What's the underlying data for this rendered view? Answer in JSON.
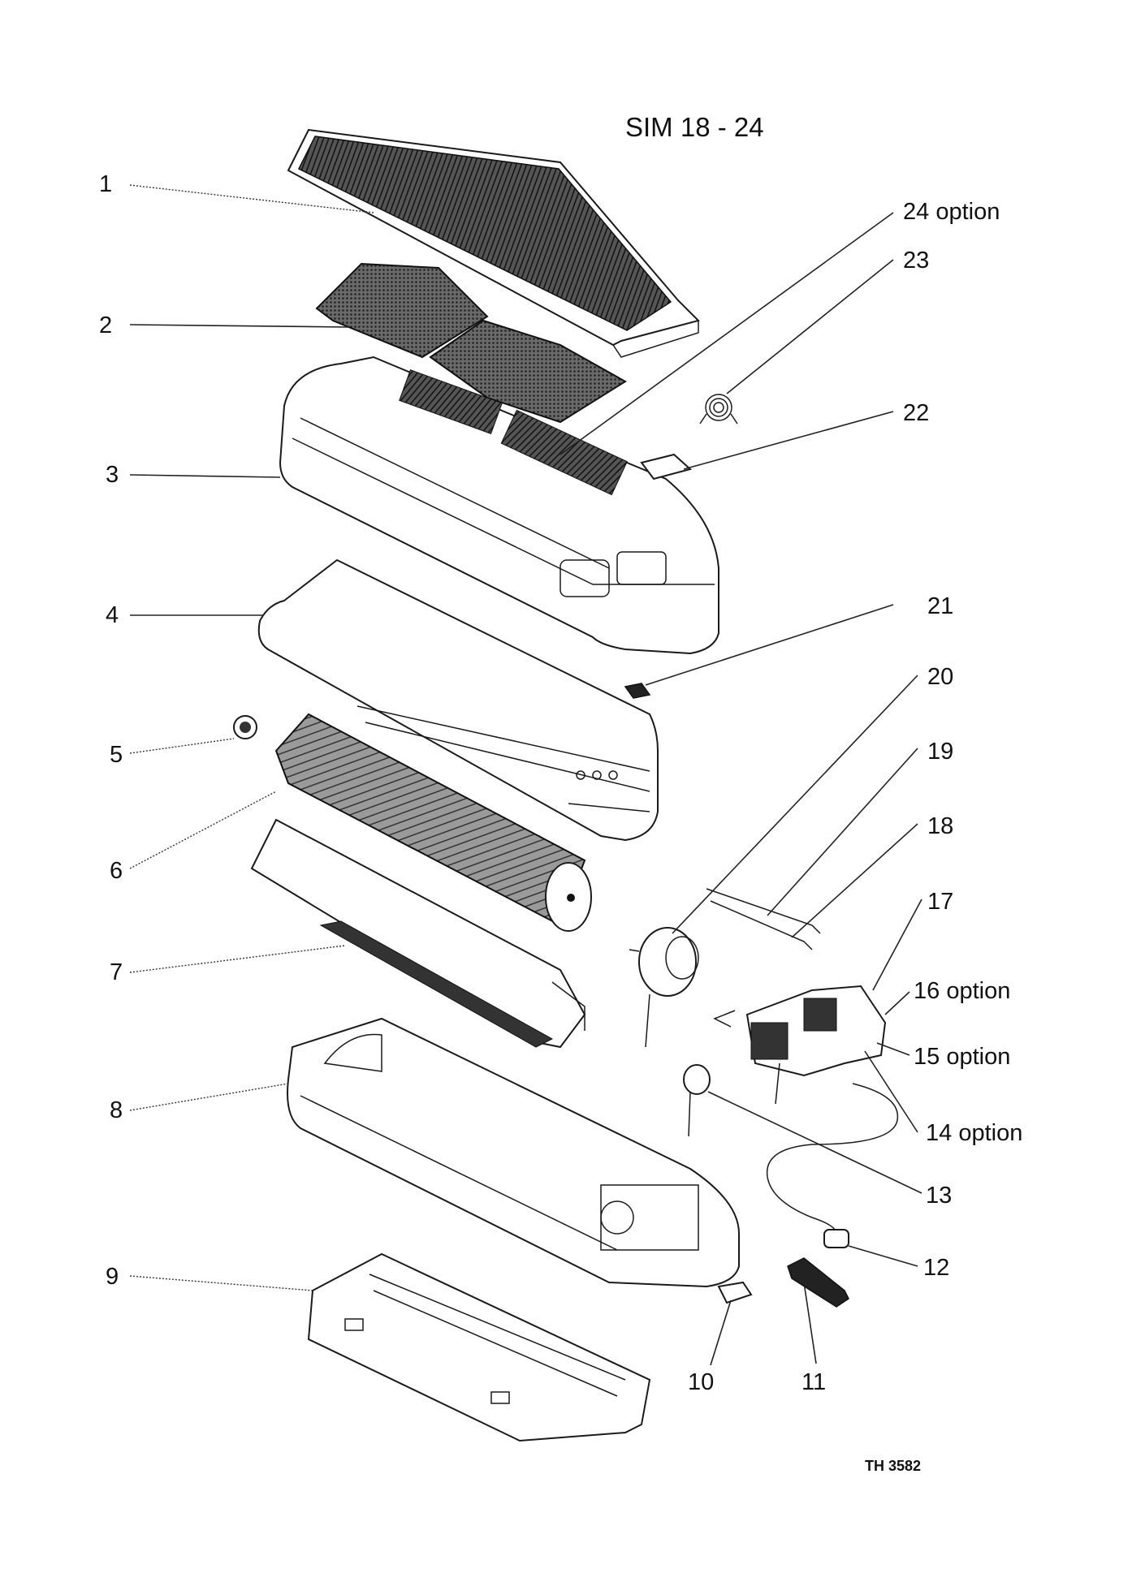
{
  "title": "SIM 18 - 24",
  "reference": "TH 3582",
  "callouts": [
    {
      "id": "1",
      "text": "1"
    },
    {
      "id": "2",
      "text": "2"
    },
    {
      "id": "3",
      "text": "3"
    },
    {
      "id": "4",
      "text": "4"
    },
    {
      "id": "5",
      "text": "5"
    },
    {
      "id": "6",
      "text": "6"
    },
    {
      "id": "7",
      "text": "7"
    },
    {
      "id": "8",
      "text": "8"
    },
    {
      "id": "9",
      "text": "9"
    },
    {
      "id": "10",
      "text": "10"
    },
    {
      "id": "11",
      "text": "11"
    },
    {
      "id": "12",
      "text": "12"
    },
    {
      "id": "13",
      "text": "13"
    },
    {
      "id": "14",
      "text": "14 option"
    },
    {
      "id": "15",
      "text": "15 option"
    },
    {
      "id": "16",
      "text": "16 option"
    },
    {
      "id": "17",
      "text": "17"
    },
    {
      "id": "18",
      "text": "18"
    },
    {
      "id": "19",
      "text": "19"
    },
    {
      "id": "20",
      "text": "20"
    },
    {
      "id": "21",
      "text": "21"
    },
    {
      "id": "22",
      "text": "22"
    },
    {
      "id": "23",
      "text": "23"
    },
    {
      "id": "24",
      "text": "24 option"
    }
  ]
}
